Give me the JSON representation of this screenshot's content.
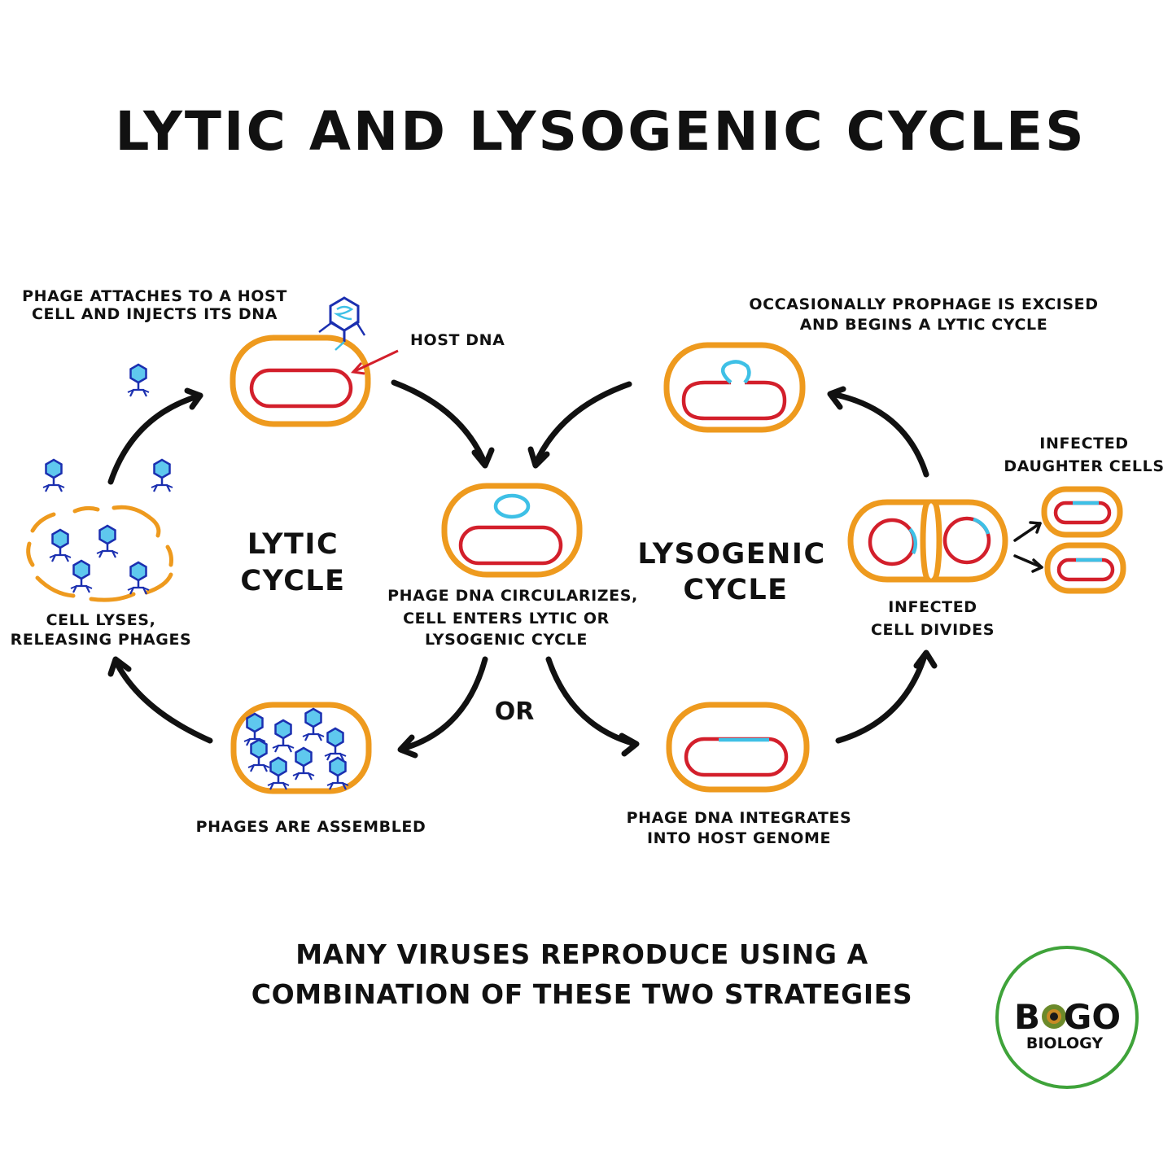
{
  "title": "LYTIC AND LYSOGENIC CYCLES",
  "labels": {
    "attach_line1": "PHAGE ATTACHES TO A HOST",
    "attach_line2": "CELL AND INJECTS ITS DNA",
    "host_dna": "HOST DNA",
    "circularize_line1": "PHAGE DNA CIRCULARIZES,",
    "circularize_line2": "CELL ENTERS LYTIC OR",
    "circularize_line3": "LYSOGENIC CYCLE",
    "or": "OR",
    "assembled": "PHAGES ARE ASSEMBLED",
    "lyses_line1": "CELL LYSES,",
    "lyses_line2": "RELEASING PHAGES",
    "integrates_line1": "PHAGE DNA INTEGRATES",
    "integrates_line2": "INTO HOST GENOME",
    "divides_line1": "INFECTED",
    "divides_line2": "CELL DIVIDES",
    "daughters_line1": "INFECTED",
    "daughters_line2": "DAUGHTER CELLS",
    "excised_line1": "OCCASIONALLY PROPHAGE IS EXCISED",
    "excised_line2": "AND BEGINS A LYTIC CYCLE"
  },
  "cycles": {
    "lytic_line1": "LYTIC",
    "lytic_line2": "CYCLE",
    "lysogenic_line1": "LYSOGENIC",
    "lysogenic_line2": "CYCLE"
  },
  "footer": {
    "line1": "MANY VIRUSES REPRODUCE USING A",
    "line2": "COMBINATION OF THESE TWO STRATEGIES"
  },
  "logo": {
    "letter_b": "B",
    "letters_go": "GO",
    "subtitle": "BIOLOGY"
  },
  "colors": {
    "cell_membrane": "#ee9a1e",
    "host_dna": "#d31f2b",
    "phage_dna": "#3ec0e6",
    "phage": "#1b2fb0",
    "logo_ring": "#3fa33a"
  }
}
